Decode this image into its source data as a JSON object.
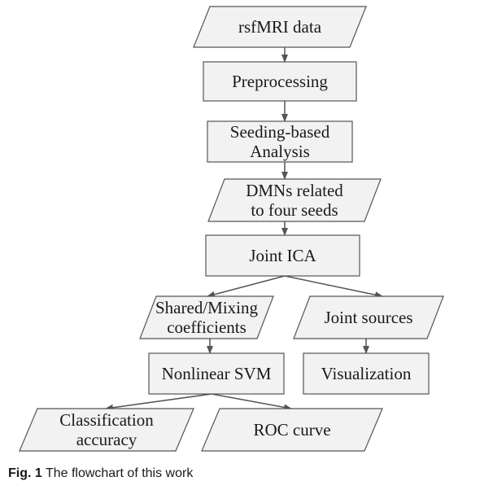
{
  "nodes": {
    "rsfmri": {
      "shape": "parallelogram",
      "lines": [
        "rsfMRI data"
      ]
    },
    "preprocessing": {
      "shape": "rectangle",
      "lines": [
        "Preprocessing"
      ]
    },
    "seeding": {
      "shape": "rectangle",
      "lines": [
        "Seeding-based",
        "Analysis"
      ]
    },
    "dmns": {
      "shape": "parallelogram",
      "lines": [
        "DMNs related",
        "to four seeds"
      ]
    },
    "jointica": {
      "shape": "rectangle",
      "lines": [
        "Joint ICA"
      ]
    },
    "shared": {
      "shape": "parallelogram",
      "lines": [
        "Shared/Mixing",
        "coefficients"
      ]
    },
    "jointsources": {
      "shape": "parallelogram",
      "lines": [
        "Joint sources"
      ]
    },
    "svm": {
      "shape": "rectangle",
      "lines": [
        "Nonlinear SVM"
      ]
    },
    "visualization": {
      "shape": "rectangle",
      "lines": [
        "Visualization"
      ]
    },
    "classification": {
      "shape": "parallelogram",
      "lines": [
        "Classification",
        "accuracy"
      ]
    },
    "roc": {
      "shape": "parallelogram",
      "lines": [
        "ROC curve"
      ]
    }
  },
  "edges": [
    [
      "rsfmri",
      "preprocessing"
    ],
    [
      "preprocessing",
      "seeding"
    ],
    [
      "seeding",
      "dmns"
    ],
    [
      "dmns",
      "jointica"
    ],
    [
      "jointica",
      "shared"
    ],
    [
      "jointica",
      "jointsources"
    ],
    [
      "shared",
      "svm"
    ],
    [
      "jointsources",
      "visualization"
    ],
    [
      "svm",
      "classification"
    ],
    [
      "svm",
      "roc"
    ]
  ],
  "caption": {
    "label": "Fig. 1",
    "text": " The flowchart of this work"
  },
  "colors": {
    "box_fill": "#f2f2f2",
    "box_stroke": "#555555",
    "arrow": "#555555",
    "text": "#1a1a1a"
  }
}
